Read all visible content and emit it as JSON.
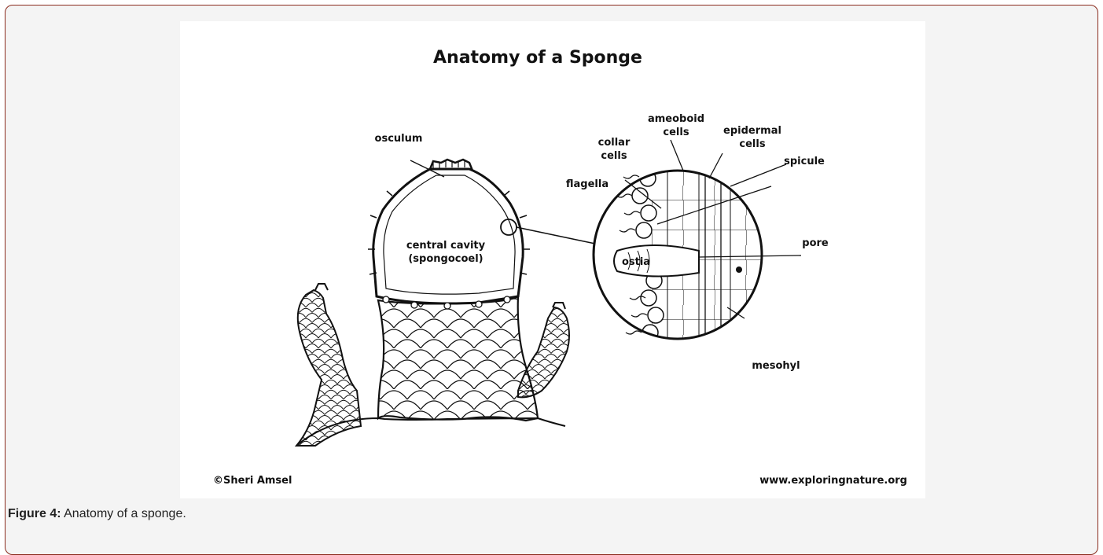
{
  "figure": {
    "title": "Anatomy of a Sponge",
    "labels": {
      "osculum": "osculum",
      "central_cavity": "central cavity",
      "spongocoel": "(spongocoel)",
      "ameoboid_1": "ameoboid",
      "ameoboid_2": "cells",
      "epidermal_1": "epidermal",
      "epidermal_2": "cells",
      "collar_1": "collar",
      "collar_2": "cells",
      "spicule": "spicule",
      "flagella": "flagella",
      "pore": "pore",
      "ostia": "ostia",
      "mesohyl": "mesohyl"
    },
    "credit": "©Sheri Amsel",
    "website": "www.exploringnature.org"
  },
  "caption": {
    "label": "Figure 4:",
    "text": " Anatomy of a sponge."
  }
}
